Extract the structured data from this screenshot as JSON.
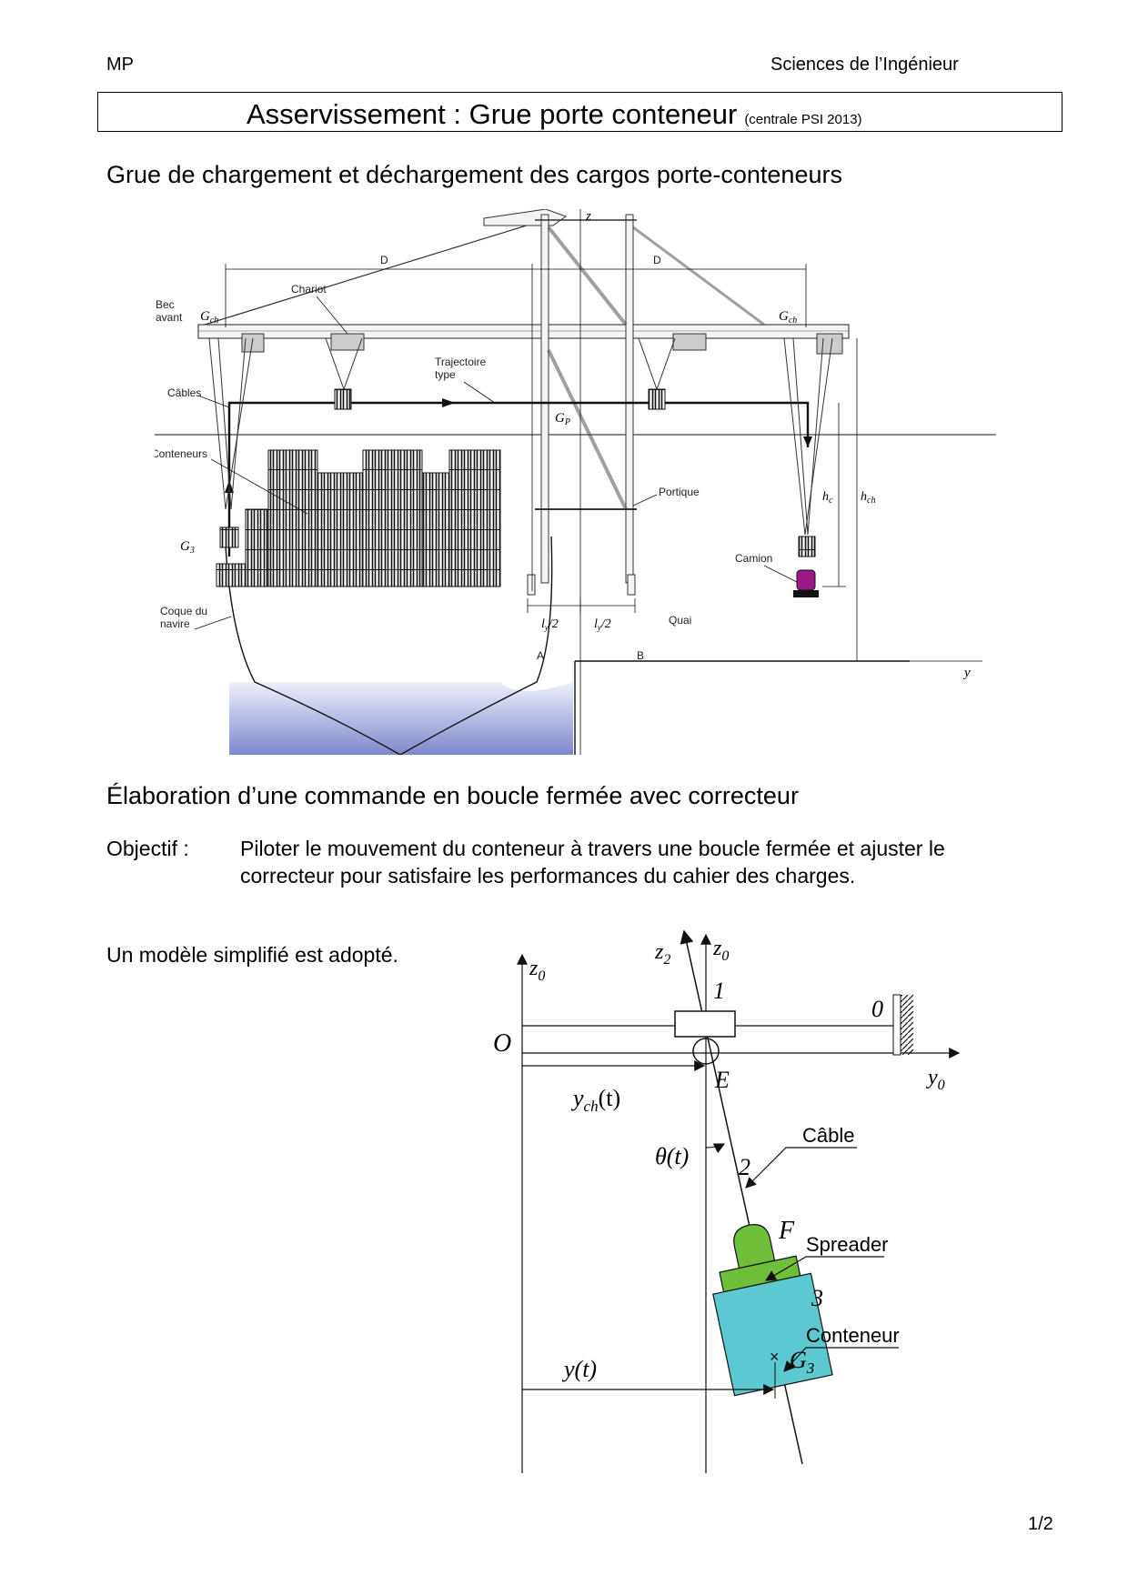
{
  "header": {
    "left": "MP",
    "right": "Sciences de l’Ingénieur"
  },
  "title": {
    "main": "Asservissement : Grue porte conteneur",
    "sub": "(centrale PSI 2013)"
  },
  "section1": {
    "heading": "Grue de chargement et déchargement des cargos porte-conteneurs"
  },
  "crane_figure": {
    "labels": {
      "bec_avant_1": "Bec",
      "bec_avant_2": "avant",
      "chariot": "Chariot",
      "trajectoire_1": "Trajectoire",
      "trajectoire_2": "type",
      "cables": "Câbles",
      "conteneurs": "Conteneurs",
      "portique": "Portique",
      "camion": "Camion",
      "coque_1": "Coque du",
      "coque_2": "navire",
      "quai": "Quai",
      "a": "A",
      "b": "B",
      "d_left": "D",
      "d_right": "D",
      "gch_left": "G",
      "gch_right": "G",
      "ch": "ch",
      "gp": "G",
      "p": "P",
      "g3": "G",
      "three": "3",
      "hc": "h",
      "c": "c",
      "hch": "h",
      "ly": "l",
      "y_sub": "y",
      "over2": "/2",
      "z_axis": "z",
      "y_axis": "y"
    }
  },
  "section2": {
    "heading": "Élaboration d’une commande en boucle fermée avec correcteur"
  },
  "objective": {
    "label": "Objectif :",
    "line1": "Piloter le mouvement du conteneur à travers une boucle fermée et ajuster le",
    "line2": "correcteur pour satisfaire les performances du cahier des charges."
  },
  "model_text": "Un modèle simplifié est adopté.",
  "model_figure": {
    "labels": {
      "z2": "z",
      "sub2": "2",
      "z0": "z",
      "sub0": "0",
      "one": "1",
      "zero": "0",
      "O": "O",
      "E": "E",
      "y0": "y",
      "ych_y": "y",
      "ych_sub": "ch",
      "ych_t": "(t)",
      "theta": "θ(t)",
      "two": "2",
      "cable": "Câble",
      "F": "F",
      "spreader": "Spreader",
      "three": "3",
      "conteneur": "Conteneur",
      "G": "G",
      "g3sub": "3",
      "yt": "y(t)"
    },
    "colors": {
      "spreader": "#6fbf3a",
      "container": "#5cc8d0"
    }
  },
  "page_number": "1/2"
}
